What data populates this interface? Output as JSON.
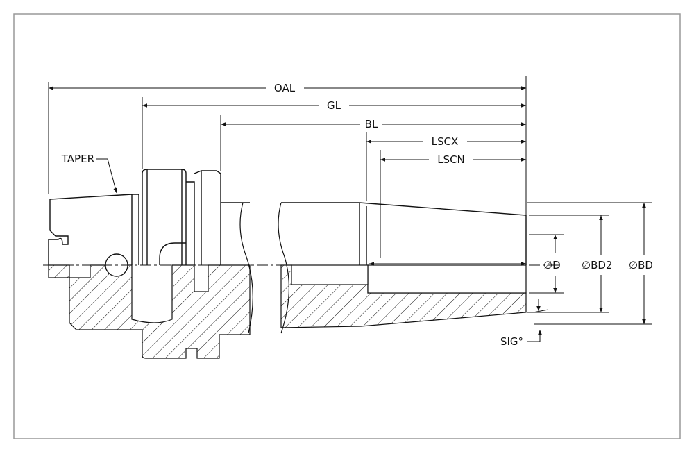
{
  "labels": {
    "oal": "OAL",
    "gl": "GL",
    "bl": "BL",
    "lscx": "LSCX",
    "lscn": "LSCN",
    "taper": "TAPER",
    "d": "∅D",
    "bd2": "∅BD2",
    "bd": "∅BD",
    "sig": "SIG°"
  },
  "colors": {
    "line": "#111111",
    "border": "#999999",
    "hatch": "#111111"
  }
}
